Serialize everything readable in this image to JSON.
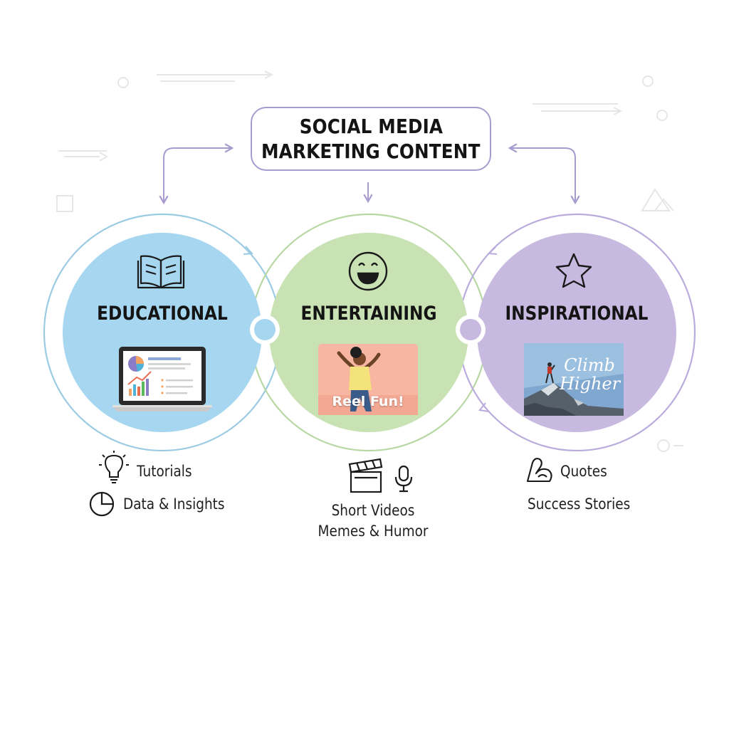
{
  "title": {
    "line1": "SOCIAL MEDIA",
    "line2": "MARKETING CONTENT"
  },
  "colors": {
    "educational_fill": "#a6d6f0",
    "entertaining_fill": "#c8e2b3",
    "inspirational_fill": "#c7b9e0",
    "border_accent": "#a89bcf"
  },
  "pillars": [
    {
      "label": "EDUCATIONAL",
      "icon": "book-icon",
      "image": "laptop-dashboard",
      "items": [
        {
          "icon": "lightbulb-icon",
          "text": "Tutorials"
        },
        {
          "icon": "pie-chart-icon",
          "text": "Data & Insights"
        }
      ]
    },
    {
      "label": "ENTERTAINING",
      "icon": "laughing-face-icon",
      "image": "dancing-person-photo",
      "image_caption": "Reel Fun!",
      "item_icons": [
        "clapperboard-icon",
        "microphone-icon"
      ],
      "items": [
        {
          "text": "Short Videos"
        },
        {
          "text": "Memes & Humor"
        }
      ]
    },
    {
      "label": "INSPIRATIONAL",
      "icon": "star-icon",
      "image": "mountain-climber-photo",
      "image_caption": "Climb Higher",
      "items": [
        {
          "icon": "flexed-arm-icon",
          "text": "Quotes"
        },
        {
          "text": "Success Stories"
        }
      ]
    }
  ]
}
